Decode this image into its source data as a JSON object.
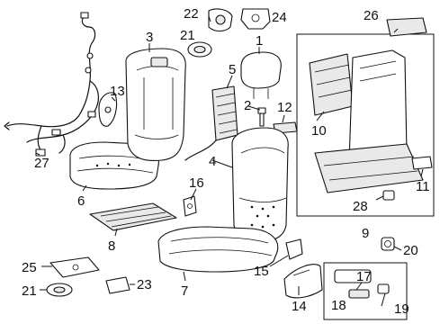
{
  "callouts": {
    "c1": "1",
    "c2": "2",
    "c3": "3",
    "c4": "4",
    "c5": "5",
    "c6": "6",
    "c7": "7",
    "c8": "8",
    "c9": "9",
    "c10": "10",
    "c11": "11",
    "c12": "12",
    "c13": "13",
    "c14": "14",
    "c15": "15",
    "c16": "16",
    "c17": "17",
    "c18": "18",
    "c19": "19",
    "c20": "20",
    "c21a": "21",
    "c21b": "21",
    "c22": "22",
    "c23": "23",
    "c24": "24",
    "c25": "25",
    "c26": "26",
    "c27": "27",
    "c28": "28"
  }
}
